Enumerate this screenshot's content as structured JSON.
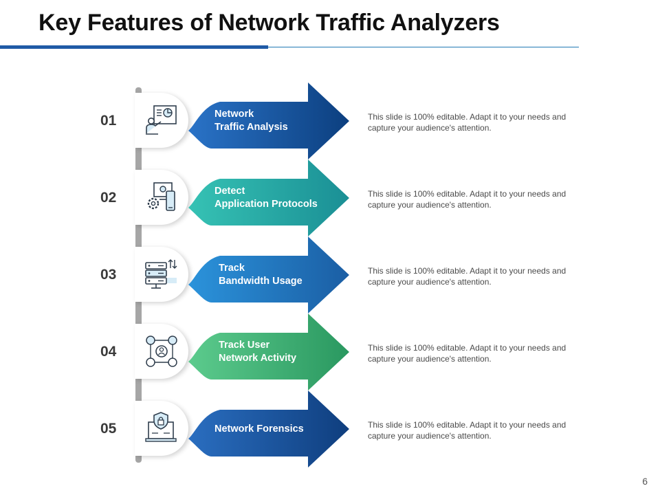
{
  "slide": {
    "title": "Key Features of Network Traffic Analyzers",
    "page_number": "6"
  },
  "items": [
    {
      "number": "01",
      "line1": "Network",
      "line2": "Traffic Analysis",
      "description": "This slide is 100% editable. Adapt it to your needs and capture your audience's attention.",
      "icon": "presentation-chart-icon",
      "color_start": "#2a73c7",
      "color_end": "#0c3f7f"
    },
    {
      "number": "02",
      "line1": "Detect",
      "line2": "Application Protocols",
      "description": "This slide is 100% editable. Adapt it to your needs and capture your audience's attention.",
      "icon": "devices-settings-icon",
      "color_start": "#36c2b4",
      "color_end": "#1a8f95"
    },
    {
      "number": "03",
      "line1": "Track",
      "line2": "Bandwidth Usage",
      "description": "This slide is 100% editable. Adapt it to your needs and capture your audience's attention.",
      "icon": "server-transfer-icon",
      "color_start": "#2b93db",
      "color_end": "#1b5ea4"
    },
    {
      "number": "04",
      "line1": "Track User",
      "line2": "Network Activity",
      "description": "This slide is 100% editable. Adapt it to your needs and capture your audience's attention.",
      "icon": "user-network-icon",
      "color_start": "#5ccb8d",
      "color_end": "#2a9860"
    },
    {
      "number": "05",
      "line1": "Network Forensics",
      "line2": "",
      "description": "This slide is 100% editable. Adapt it to your needs and capture your audience's attention.",
      "icon": "secure-laptop-icon",
      "color_start": "#2a6ec0",
      "color_end": "#0f3e7e"
    }
  ]
}
